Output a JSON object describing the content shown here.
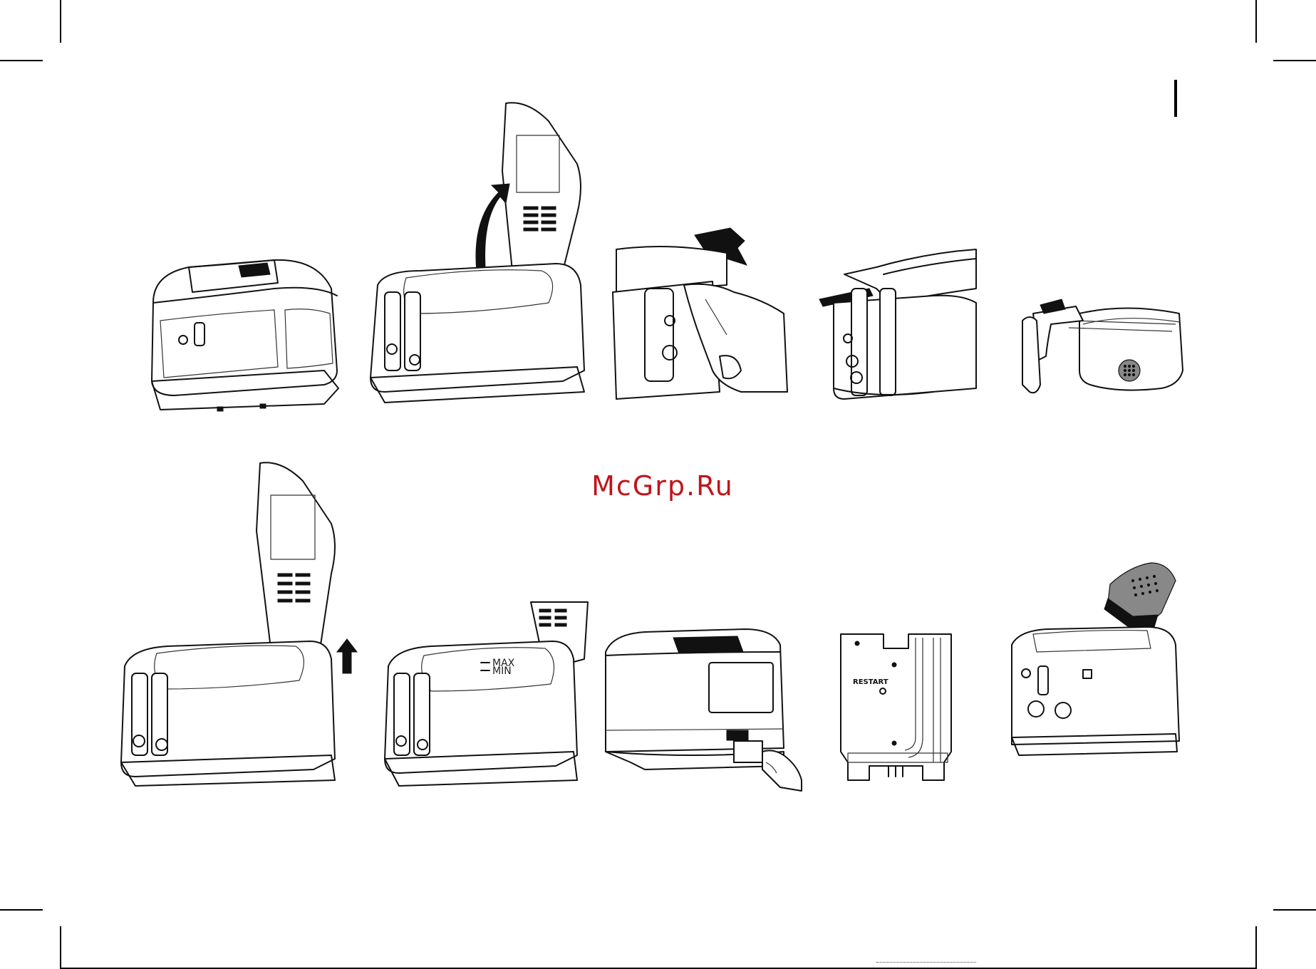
{
  "watermark": "McGrp.Ru",
  "figures": [
    {
      "name": "fryer-closed"
    },
    {
      "name": "fryer-lid-opening"
    },
    {
      "name": "fryer-handle-pull"
    },
    {
      "name": "fryer-basket-handle-raised"
    },
    {
      "name": "basket-removed"
    },
    {
      "name": "fryer-lid-lift-off"
    },
    {
      "name": "fryer-oil-level"
    },
    {
      "name": "fryer-control-unit"
    },
    {
      "name": "control-unit-back"
    },
    {
      "name": "fryer-filter-cover"
    }
  ],
  "oil_level": {
    "max_label": "MAX",
    "min_label": "MIN"
  },
  "control_unit": {
    "restart_label": "RESTART"
  }
}
